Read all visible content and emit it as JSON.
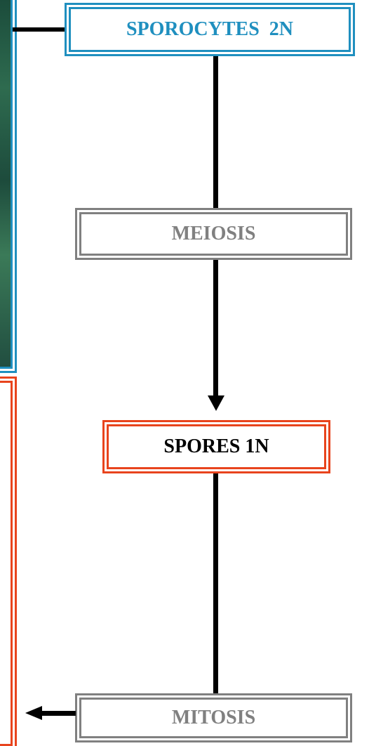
{
  "nodes": {
    "sporocytes": "SPOROCYTES  2N",
    "meiosis": "MEIOSIS",
    "spores": "SPORES 1N",
    "mitosis": "MITOSIS"
  },
  "colors": {
    "sporocytes_text": "#1f8fbf",
    "meiosis_text": "#808080",
    "spores_text": "#000000",
    "mitosis_text": "#808080"
  },
  "icons": {
    "left_top_panel": "plant-photo",
    "left_bottom_panel": "red-bordered-box"
  }
}
